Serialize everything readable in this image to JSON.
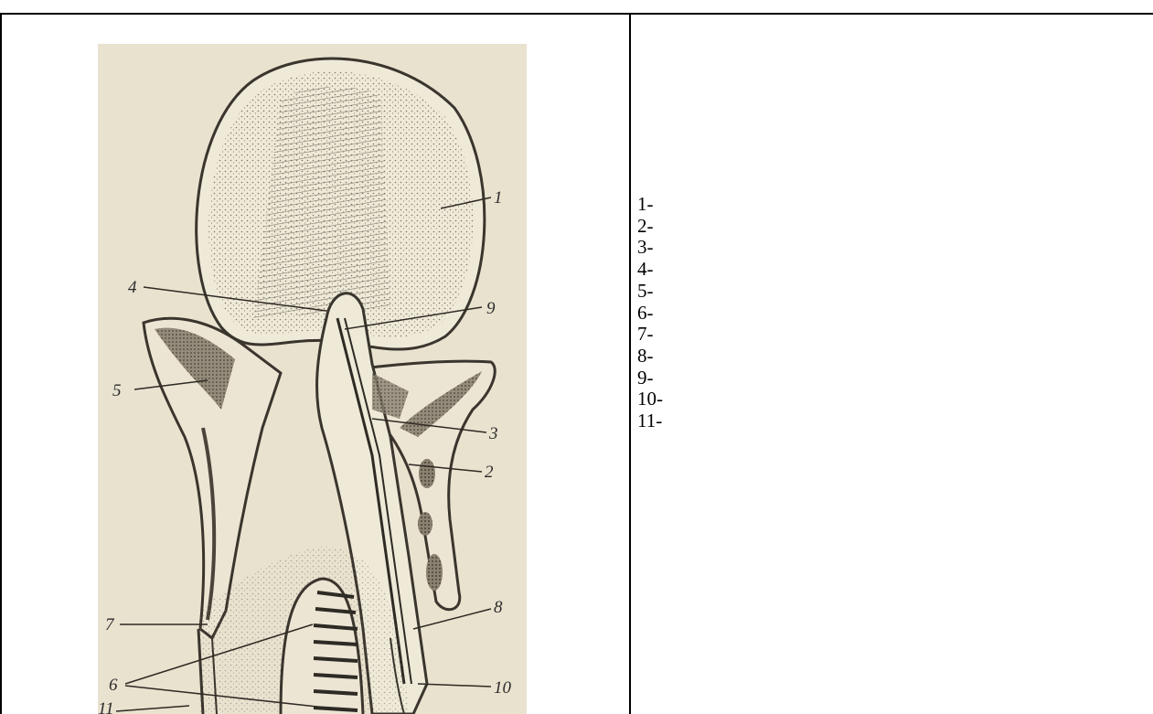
{
  "figure": {
    "labels": [
      "1",
      "9",
      "4",
      "5",
      "3",
      "2",
      "7",
      "8",
      "6",
      "10",
      "11"
    ]
  },
  "answers": [
    "1-",
    "2-",
    "3-",
    "4-",
    "5-",
    "6-",
    "7-",
    "8-",
    "9-",
    "10-",
    "11-"
  ]
}
